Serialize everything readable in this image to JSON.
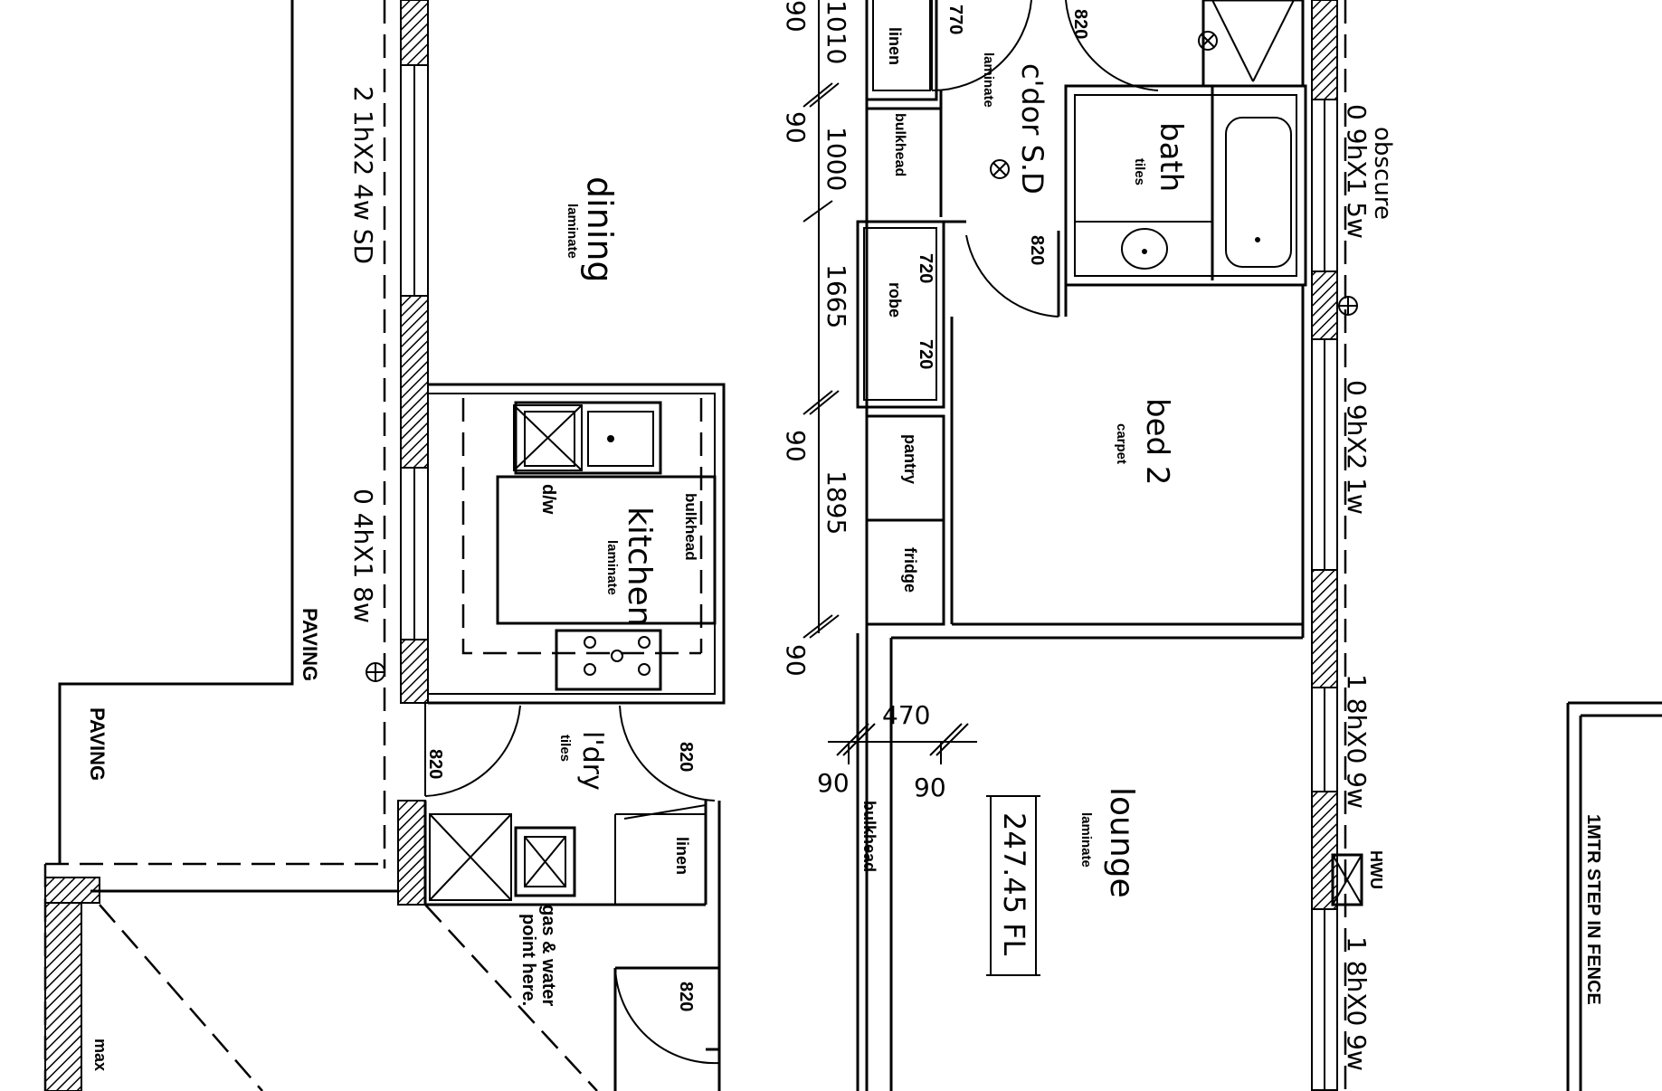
{
  "rooms": {
    "dining": {
      "name": "dining",
      "finish": "laminate"
    },
    "kitchen": {
      "name": "kitchen",
      "finish": "laminate"
    },
    "laundry": {
      "name": "l'dry",
      "finish": "tiles"
    },
    "bath": {
      "name": "bath",
      "finish": "tiles"
    },
    "bed2": {
      "name": "bed 2",
      "finish": "carpet"
    },
    "lounge": {
      "name": "lounge",
      "finish": "laminate"
    },
    "corridor": {
      "name": "c'dor S.D",
      "finish": "laminate"
    }
  },
  "fixtures": {
    "linen_top": "linen",
    "bulkhead_corridor": "bulkhead",
    "robe": "robe",
    "pantry": "pantry",
    "fridge": "fridge",
    "bulkhead_kitchen": "bulkhead",
    "dishwasher": "d/w",
    "linen_laundry": "linen",
    "bulkhead_lounge": "bulkhead",
    "hwu": "HWU"
  },
  "windows": {
    "dining": "2 1hX2 4w SD",
    "kitchen": "0 4hX1 8w",
    "bath": "0 9hX1 5w",
    "bath_note": "obscure",
    "bed2": "0 9hX2 1w",
    "lounge_1": "1 8hX0 9w",
    "lounge_2": "1 8hX0 9w"
  },
  "dimensions": {
    "d820_top": "820",
    "d770": "770",
    "d1010": "1010",
    "d90_a": "90",
    "d90_b": "90",
    "d1000": "1000",
    "d820_bath": "820",
    "d720_a": "720",
    "d720_b": "720",
    "d1665": "1665",
    "d90_c": "90",
    "d1895": "1895",
    "d90_d": "90",
    "d470": "470",
    "d90_e": "90",
    "d90_f": "90",
    "d820_l1": "820",
    "d820_l2": "820",
    "d820_l3": "820"
  },
  "annotations": {
    "paving_1": "PAVING",
    "paving_2": "PAVING",
    "gas_line1": "gas & water",
    "gas_line2": "point here.",
    "floor_level": "247.45 FL",
    "fence_note": "1MTR STEP IN FENCE",
    "max": "max"
  }
}
